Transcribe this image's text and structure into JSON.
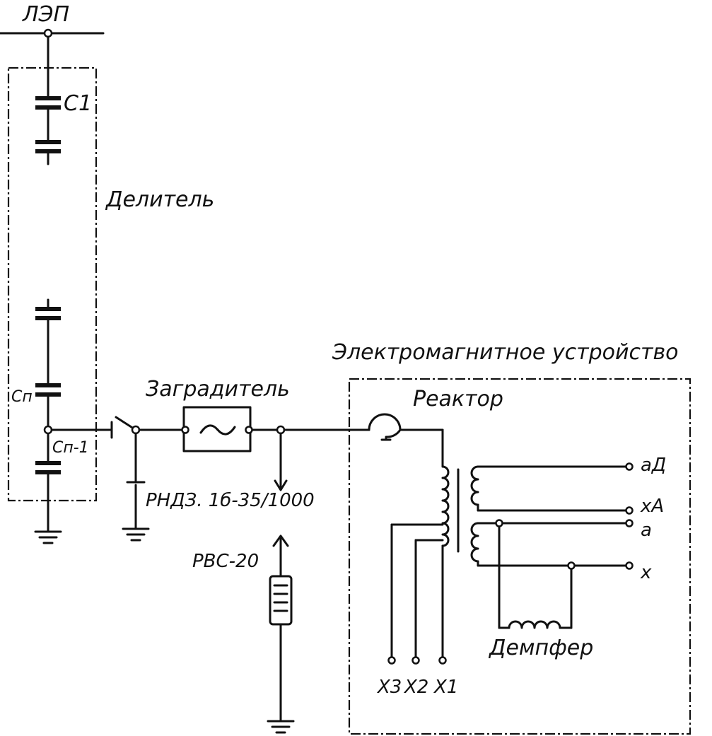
{
  "labels": {
    "line": "ЛЭП",
    "c1": "C1",
    "divider": "Делитель",
    "cn": "Cп",
    "cn1": "Cп-1",
    "trap": "Заградитель",
    "switch": "РНДЗ. 1б-35/1000",
    "arrester": "РВС-20",
    "device": "Электромагнитное устройство",
    "reactor": "Реактор",
    "damper": "Демпфер",
    "term_ad": "aД",
    "term_xa": "xA",
    "term_a": "a",
    "term_x": "x",
    "tap_x3": "X3",
    "tap_x2": "X2",
    "tap_x1": "X1"
  }
}
